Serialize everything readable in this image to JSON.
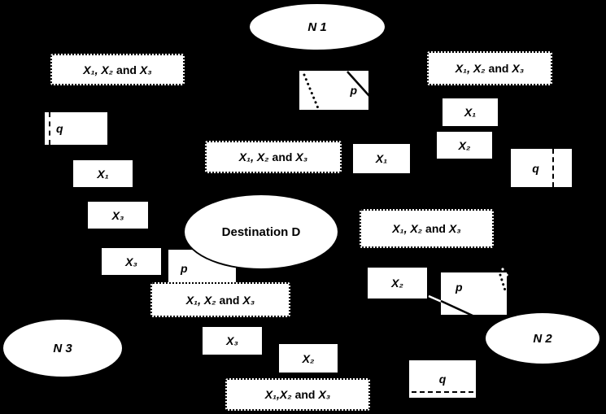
{
  "colors": {
    "background": "#000000",
    "shape_fill": "#ffffff",
    "line": "#000000"
  },
  "nodes": {
    "n1": "N 1",
    "n2": "N 2",
    "n3": "N 3",
    "destination": "Destination D"
  },
  "packet_groups": {
    "top_left": {
      "pre": "X₁, X₂",
      "and": "and",
      "post": "X₃"
    },
    "top_right": {
      "pre": "X₁, X₂",
      "and": "and",
      "post": "X₃"
    },
    "middle": {
      "pre": "X₁, X₂",
      "and": "and",
      "post": "X₃"
    },
    "right": {
      "pre": "X₁, X₂",
      "and": "and",
      "post": "X₃"
    },
    "below_destination": {
      "pre": "X₁, X₂",
      "and": "and",
      "post": "X₃"
    },
    "bottom": {
      "pre": "X₁,X₂",
      "and": "and",
      "post": "X₃"
    }
  },
  "packets": {
    "q_left": "q",
    "x1_left": "X₁",
    "x3_left_upper": "X₃",
    "x3_left_lower": "X₃",
    "p_top": "p",
    "x1_middle": "X₁",
    "x1_right": "X₁",
    "x2_right": "X₂",
    "q_right": "q",
    "p_middle": "p",
    "x2_middle": "X₂",
    "p_right": "p",
    "x3_bottom": "X₃",
    "x2_bottom": "X₂",
    "q_bottom": "q"
  }
}
